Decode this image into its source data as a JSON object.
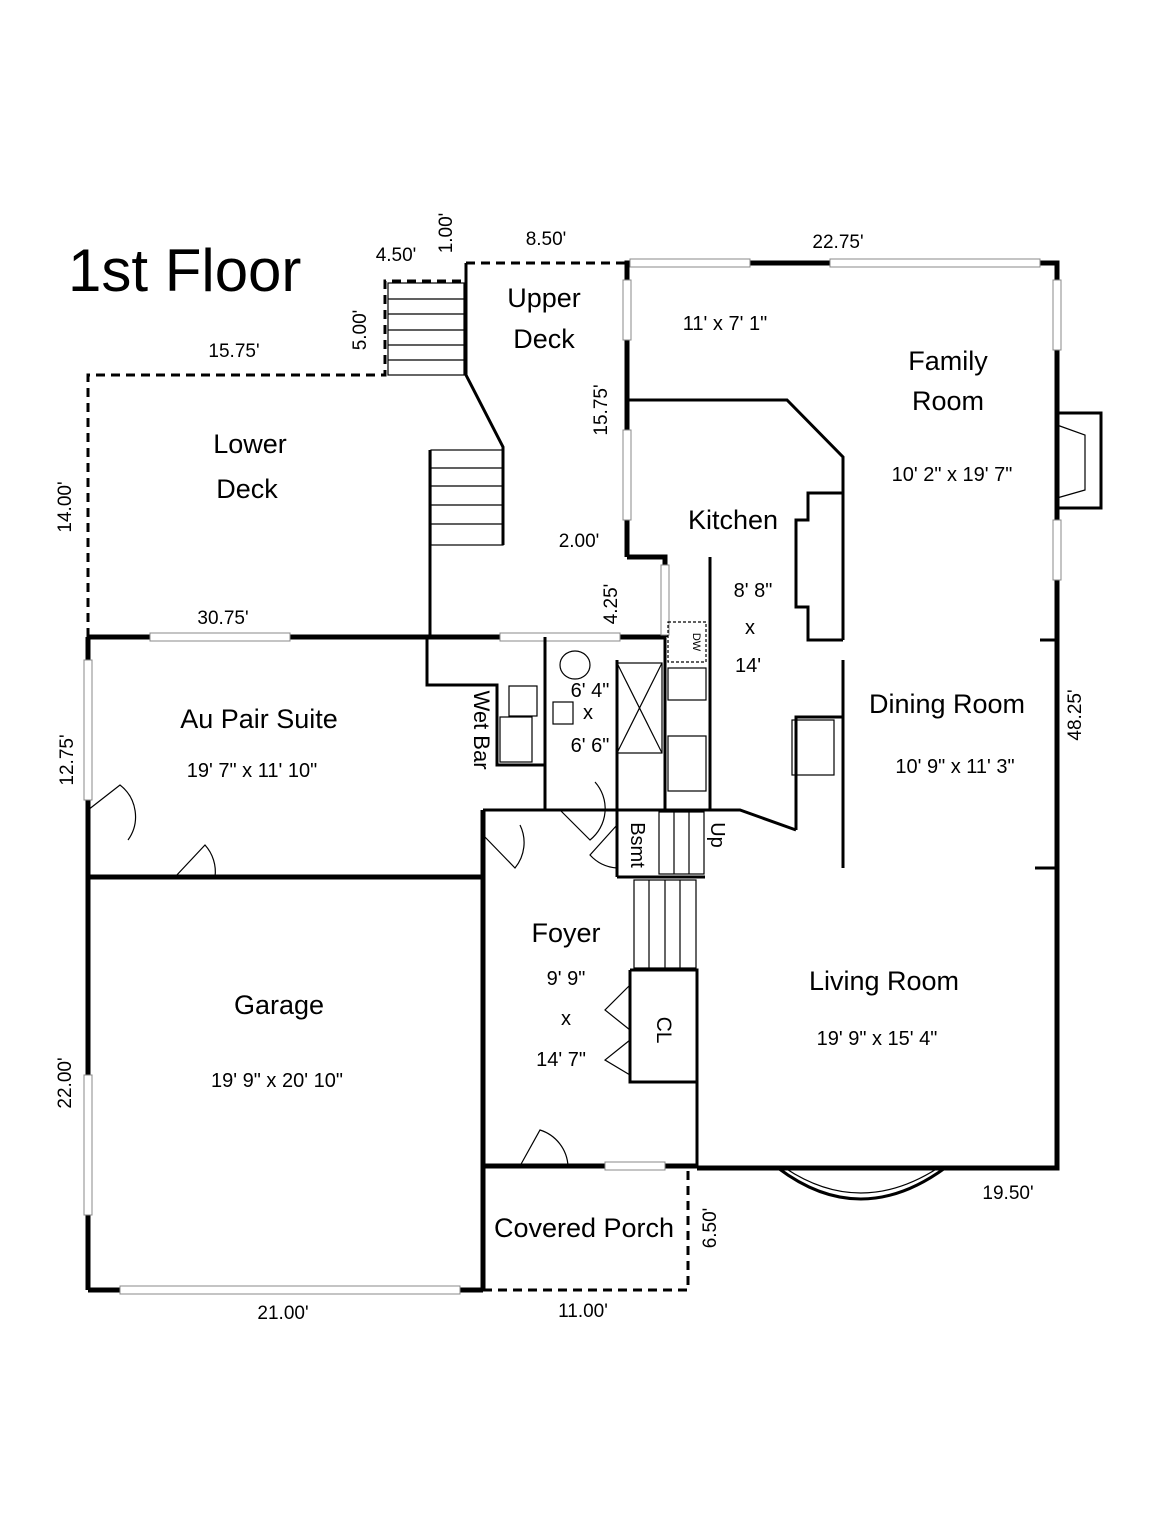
{
  "title": "1st Floor",
  "rooms": {
    "upper_deck": {
      "name_line1": "Upper",
      "name_line2": "Deck"
    },
    "lower_deck": {
      "name_line1": "Lower",
      "name_line2": "Deck"
    },
    "family_room": {
      "name_line1": "Family",
      "name_line2": "Room",
      "size": "10' 2\" x 19' 7\""
    },
    "nook": {
      "size": "11' x 7' 1\""
    },
    "kitchen": {
      "name": "Kitchen",
      "size_line1": "8' 8\"",
      "size_line2": "x",
      "size_line3": "14'"
    },
    "dining_room": {
      "name": "Dining Room",
      "size": "10' 9\" x 11' 3\""
    },
    "au_pair_suite": {
      "name": "Au Pair Suite",
      "size": "19' 7\" x 11' 10\""
    },
    "bath": {
      "size_line1": "6' 4\"",
      "size_line2": "x",
      "size_line3": "6' 6\""
    },
    "wet_bar": {
      "name": "Wet Bar"
    },
    "basement_stairs": {
      "name": "Bsmt",
      "up": "Up"
    },
    "foyer": {
      "name": "Foyer",
      "size_line1": "9' 9\"",
      "size_line2": "x",
      "size_line3": "14' 7\""
    },
    "closet": {
      "name": "CL"
    },
    "living_room": {
      "name": "Living Room",
      "size": "19' 9\" x 15' 4\""
    },
    "garage": {
      "name": "Garage",
      "size": "19' 9\" x 20' 10\""
    },
    "covered_porch": {
      "name": "Covered Porch"
    },
    "dishwasher": {
      "name": "DW"
    }
  },
  "dimensions": {
    "d_4_50": "4.50'",
    "d_1_00": "1.00'",
    "d_8_50": "8.50'",
    "d_22_75": "22.75'",
    "d_15_75_top": "15.75'",
    "d_5_00": "5.00'",
    "d_15_75_side": "15.75'",
    "d_14_00": "14.00'",
    "d_2_00": "2.00'",
    "d_4_25": "4.25'",
    "d_30_75": "30.75'",
    "d_12_75": "12.75'",
    "d_48_25": "48.25'",
    "d_22_00": "22.00'",
    "d_19_50": "19.50'",
    "d_6_50": "6.50'",
    "d_21_00": "21.00'",
    "d_11_00": "11.00'"
  }
}
